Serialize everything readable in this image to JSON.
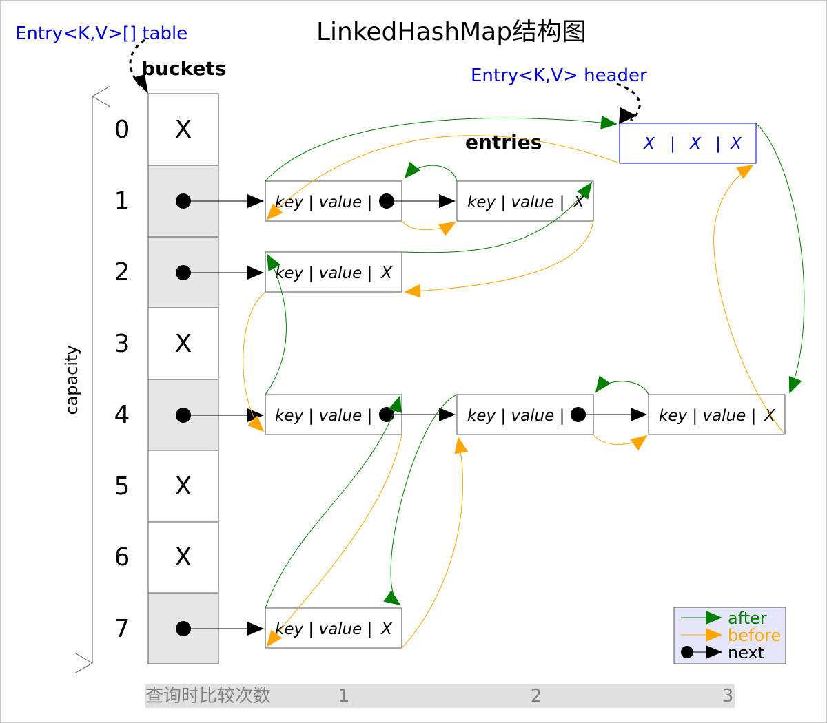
{
  "title": "LinkedHashMap结构图",
  "labels": {
    "table": "Entry<K,V>[] table",
    "buckets": "buckets",
    "header": "Entry<K,V> header",
    "entries": "entries",
    "capacity": "capacity"
  },
  "buckets": [
    {
      "index": "0",
      "content": "X"
    },
    {
      "index": "1",
      "content": ""
    },
    {
      "index": "2",
      "content": ""
    },
    {
      "index": "3",
      "content": "X"
    },
    {
      "index": "4",
      "content": ""
    },
    {
      "index": "5",
      "content": "X"
    },
    {
      "index": "6",
      "content": "X"
    },
    {
      "index": "7",
      "content": ""
    }
  ],
  "header_node": {
    "fields": [
      "X",
      "|",
      "X",
      "|",
      "X"
    ]
  },
  "entry_nodes": [
    {
      "id": "e1a",
      "text": "key | value |",
      "tail": "",
      "has_next": true
    },
    {
      "id": "e1b",
      "text": "key | value |",
      "tail": "X",
      "has_next": false
    },
    {
      "id": "e2a",
      "text": "key | value |",
      "tail": "X",
      "has_next": false
    },
    {
      "id": "e4a",
      "text": "key | value |",
      "tail": "",
      "has_next": true
    },
    {
      "id": "e4b",
      "text": "key | value |",
      "tail": "",
      "has_next": true
    },
    {
      "id": "e4c",
      "text": "key | value |",
      "tail": "X",
      "has_next": false
    },
    {
      "id": "e7a",
      "text": "key | value |",
      "tail": "X",
      "has_next": false
    }
  ],
  "legend": [
    {
      "label": "after",
      "color": "#008000"
    },
    {
      "label": "before",
      "color": "#ffa500"
    },
    {
      "label": "next",
      "color": "#000000"
    }
  ],
  "footer": {
    "label": "查询时比较次数",
    "steps": [
      "1",
      "2",
      "3"
    ]
  },
  "colors": {
    "after": "#008000",
    "before": "#ffa500",
    "header_stroke": "#0000dd",
    "bucket_fill": "#e6e6e6",
    "legend_fill": "#e6e6fa",
    "footer_fill": "#e0e0e0"
  }
}
